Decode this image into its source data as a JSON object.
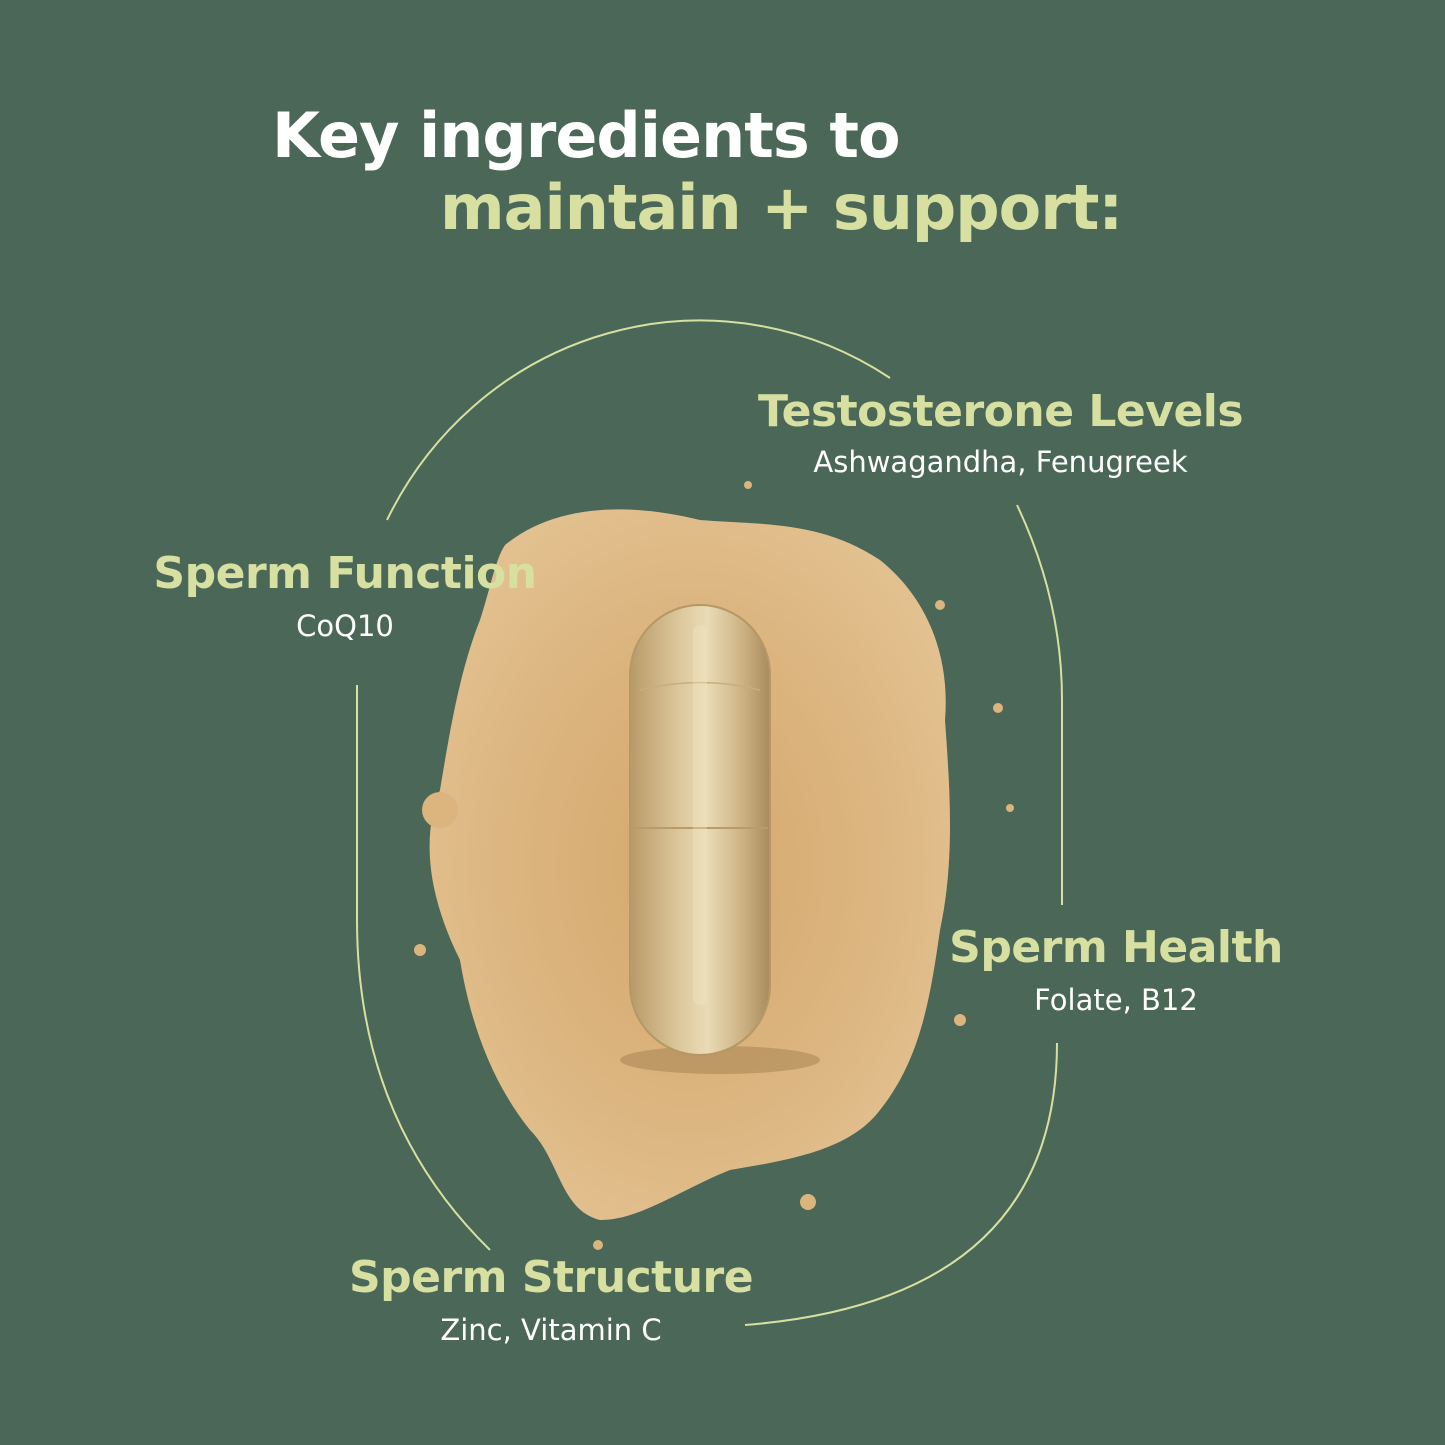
{
  "headline": {
    "line1": "Key ingredients to",
    "line2": "maintain + support:"
  },
  "benefits": [
    {
      "title": "Testosterone Levels",
      "ingredients": "Ashwagandha, Fenugreek"
    },
    {
      "title": "Sperm Function",
      "ingredients": "CoQ10"
    },
    {
      "title": "Sperm Health",
      "ingredients": "Folate, B12"
    },
    {
      "title": "Sperm Structure",
      "ingredients": "Zinc, Vitamin C"
    }
  ],
  "colors": {
    "background": "#4a6758",
    "accent": "#d7e0a0",
    "text": "#ffffff",
    "powder": "#d9b27c",
    "capsule": "#d4bb8a"
  },
  "image": {
    "subject": "capsule-on-powder-pile"
  }
}
